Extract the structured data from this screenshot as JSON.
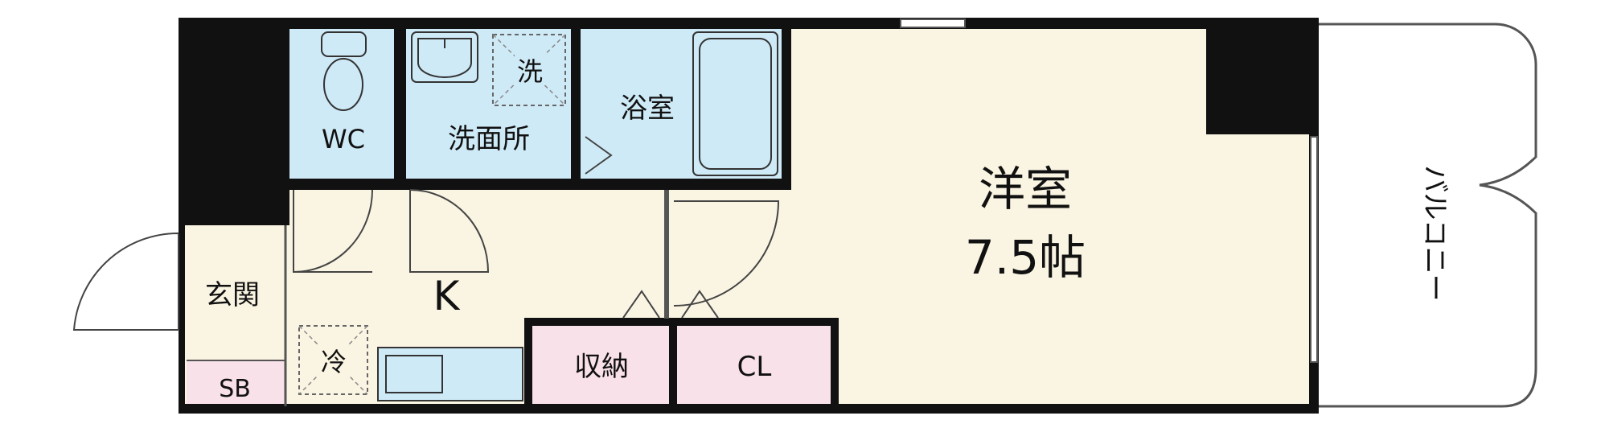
{
  "rooms": {
    "wc": "WC",
    "washroom": "洗面所",
    "washer": "洗",
    "bath": "浴室",
    "western_room": "洋室",
    "western_size": "7.5帖",
    "balcony": "バルコニー",
    "entrance": "玄関",
    "kitchen": "K",
    "fridge": "冷",
    "shoebox": "SB",
    "storage": "収納",
    "closet": "CL"
  },
  "colors": {
    "wall": "#111111",
    "wet_area": "#cfeaf7",
    "floor": "#faf4e2",
    "storage": "#f9e1ea",
    "balcony": "#ffffff"
  }
}
